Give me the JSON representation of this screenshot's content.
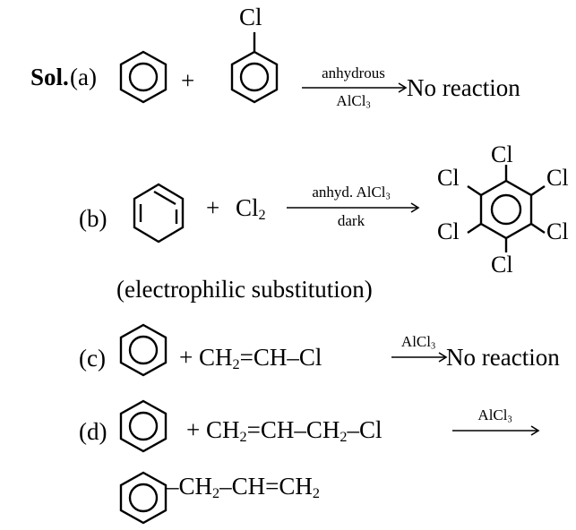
{
  "sol_label": "Sol.",
  "a": {
    "label": "(a)",
    "plus": "+",
    "cl": "Cl",
    "above": "anhydrous",
    "below_main": "AlCl",
    "below_sub": "3",
    "result": "No reaction"
  },
  "b": {
    "label": "(b)",
    "plus": "+",
    "reagent_main": "Cl",
    "reagent_sub": "2",
    "above_main": "anhyd. AlCl",
    "above_sub": "3",
    "below": "dark",
    "cl": "Cl",
    "note": "(electrophilic substitution)"
  },
  "c": {
    "label": "(c)",
    "plus": "+",
    "r1": "CH",
    "r1_sub": "2",
    "r2": "=CH–Cl",
    "above_main": "AlCl",
    "above_sub": "3",
    "result": "No reaction"
  },
  "d": {
    "label": "(d)",
    "plus": "+",
    "r1": "CH",
    "r1_sub": "2",
    "r2": "=CH–CH",
    "r2_sub": "2",
    "r3": "–Cl",
    "above_main": "AlCl",
    "above_sub": "3",
    "p1": "CH",
    "p1_sub": "2",
    "p2": "–CH=CH",
    "p2_sub": "2"
  }
}
